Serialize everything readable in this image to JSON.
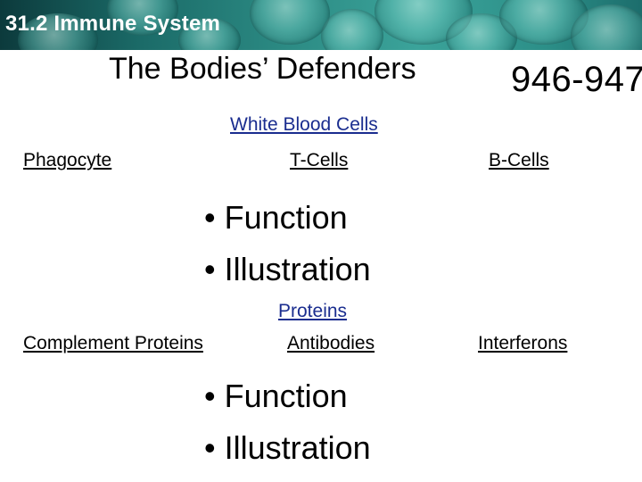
{
  "header": {
    "section_label": "31.2  Immune System"
  },
  "slide": {
    "title": "The Bodies’ Defenders",
    "pages": "946-947"
  },
  "white_blood_cells": {
    "heading": "White Blood Cells",
    "items": [
      "Phagocyte",
      "T-Cells",
      "B-Cells"
    ],
    "bullets": [
      "• Function",
      "• Illustration"
    ]
  },
  "proteins": {
    "heading": "Proteins",
    "items": [
      "Complement Proteins",
      "Antibodies",
      "Interferons"
    ],
    "bullets": [
      "• Function",
      "• Illustration"
    ]
  },
  "colors": {
    "heading": "#1a2d8f",
    "banner": "#2c8b84",
    "text": "#000000"
  }
}
